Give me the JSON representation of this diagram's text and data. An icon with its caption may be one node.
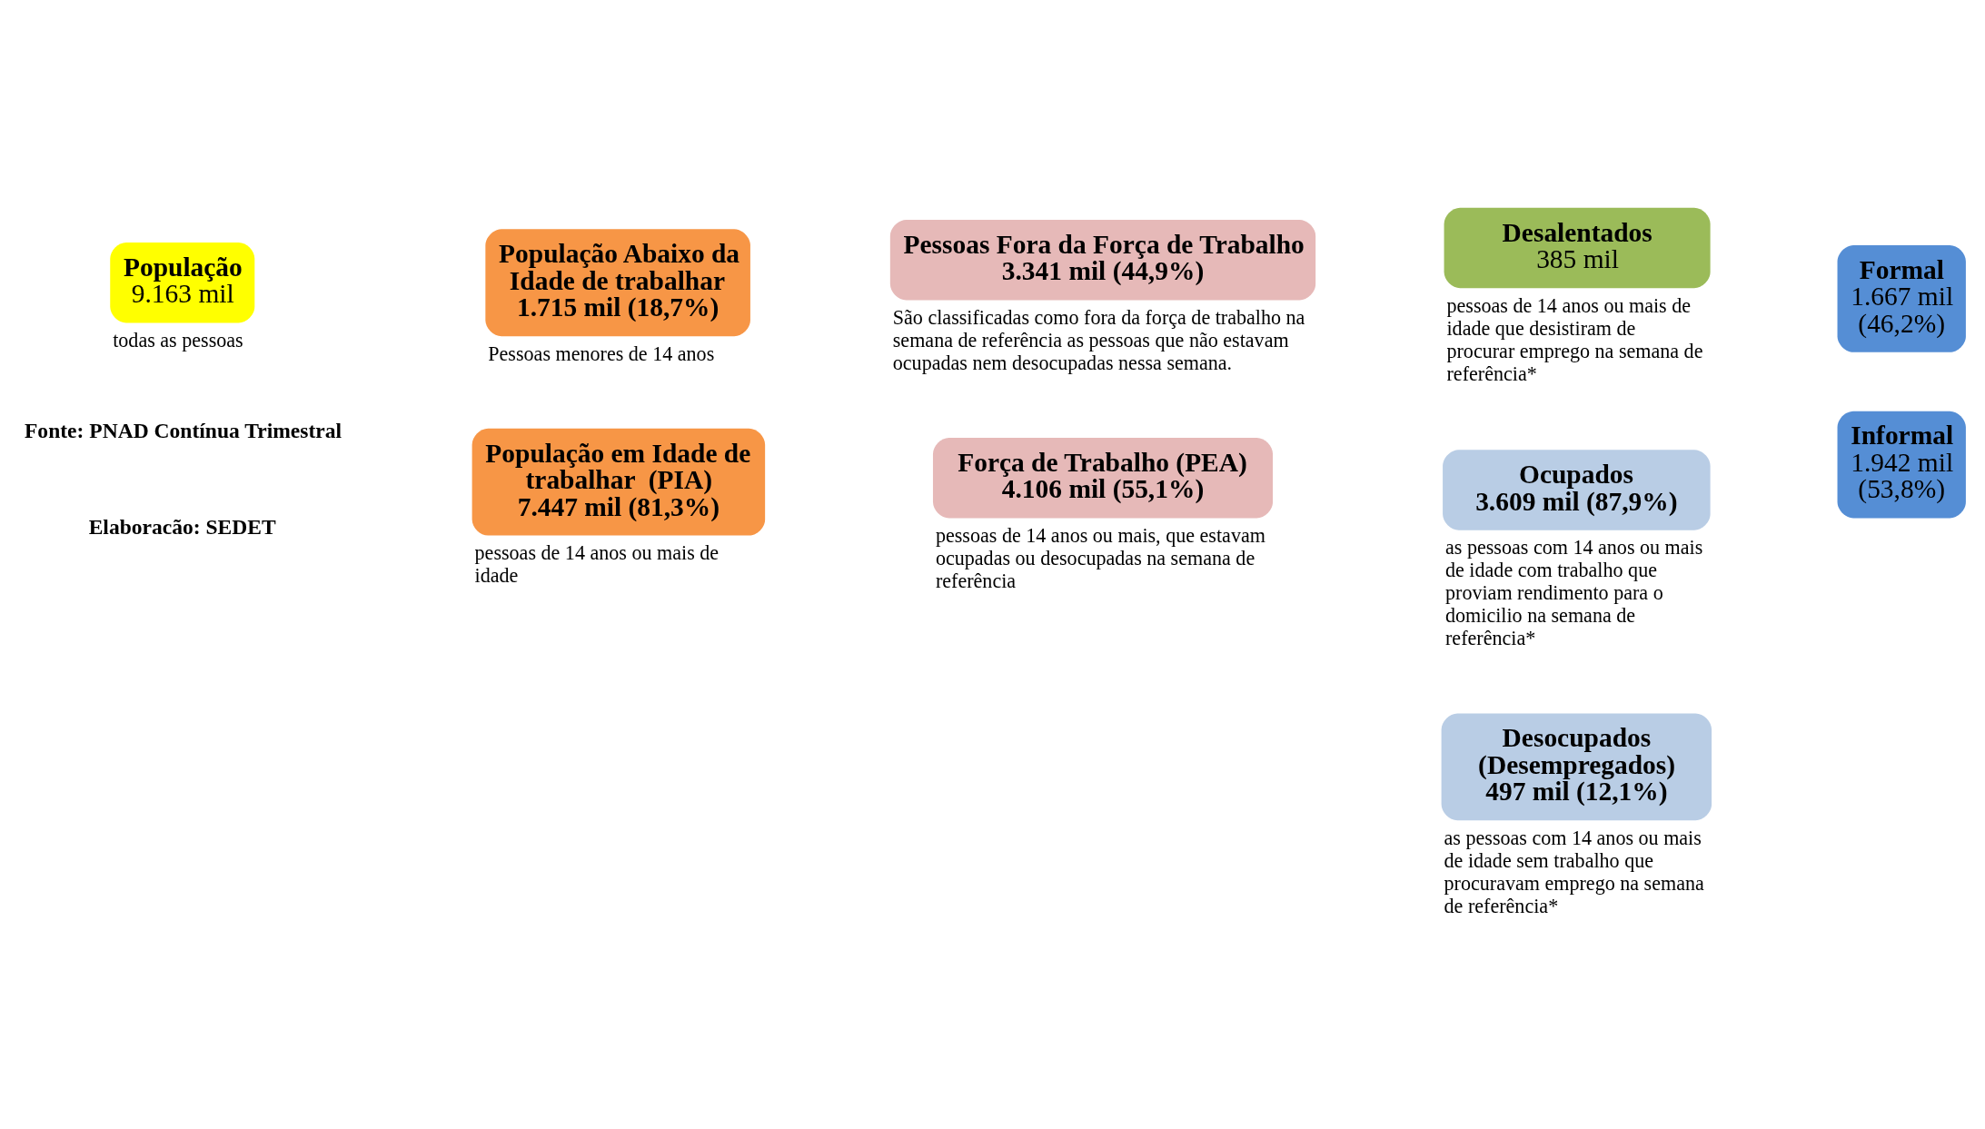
{
  "diagram": {
    "nodes": [
      {
        "text": [
          "População",
          "9.163 mil"
        ],
        "beside": [
          "todas as pessoas"
        ]
      },
      {
        "text": [
          "População Abaixo da Idade de trabalhar",
          "1.715 mil (18,7%)"
        ],
        "beside": [
          "Pessoas menores de 14 anos"
        ]
      },
      {
        "text": [
          "População em Idade de trabalhar  (PIA)",
          "7.447 mil (81,3%)"
        ],
        "beside": [
          "pessoas de 14 anos ou mais de idade"
        ]
      },
      {
        "text": [
          "Pessoas Fora da Força de Trabalho",
          "3.341 mil (44,9%)"
        ],
        "beside": [
          "São classificadas como fora da força de trabalho na semana de referência as pessoas que não estavam ocupadas nem desocupadas nessa semana."
        ]
      },
      {
        "text": [
          "Força de Trabalho (PEA)",
          "4.106 mil (55,1%)"
        ],
        "beside": [
          "pessoas de 14 anos ou mais, que estavam ocupadas ou desocupadas na semana de referência"
        ]
      },
      {
        "text": [
          "Desalentados",
          "385 mil"
        ],
        "beside": [
          "pessoas de 14 anos ou mais de idade que desistiram de procurar emprego na semana de referência*"
        ]
      },
      {
        "text": [
          "Ocupados",
          "3.609 mil (87,9%)"
        ],
        "beside": [
          "as pessoas com 14 anos ou mais de idade com trabalho que proviam rendimento para o domicilio na semana de referência*"
        ]
      },
      {
        "text": [
          "Desocupados (Desempregados)",
          "497 mil (12,1%)"
        ],
        "beside": [
          "as pessoas com 14 anos ou mais de idade sem trabalho que procuravam emprego na semana de referência*"
        ]
      },
      {
        "text": [
          "Formal",
          "1.667 mil (46,2%)"
        ]
      },
      {
        "text": [
          "Informal",
          "1.942 mil (53,8%)"
        ]
      }
    ],
    "labels": [
      "Fonte: PNAD Contínua Trimestral",
      "Elaboracão: SEDET"
    ]
  }
}
